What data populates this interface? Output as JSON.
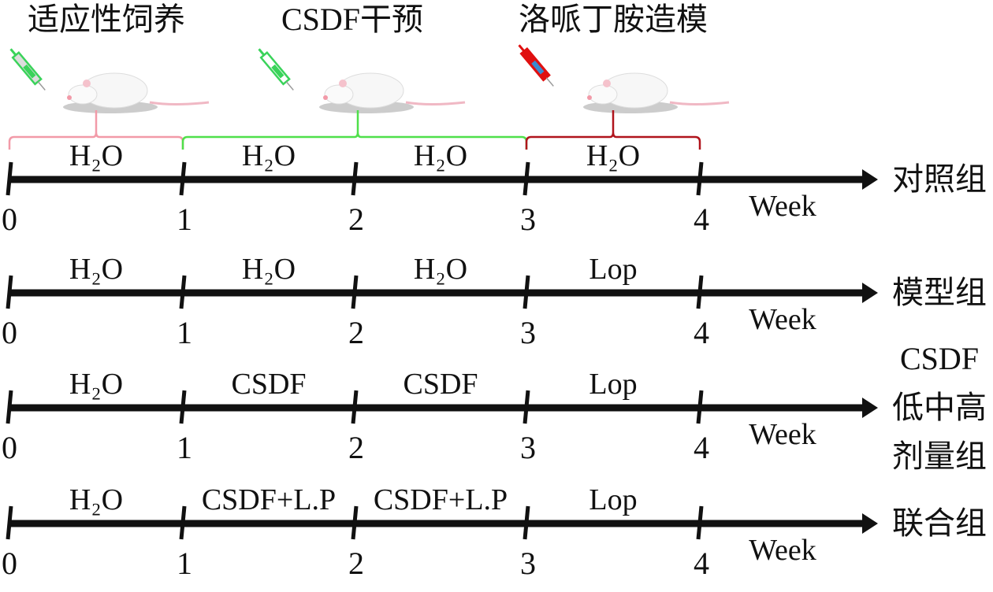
{
  "phases": [
    {
      "label": "适应性饲养",
      "color": "#f29aa8",
      "syringe_color": "#3ad35a"
    },
    {
      "label": "CSDF干预",
      "color": "#4fe04a",
      "syringe_color": "#3ad35a"
    },
    {
      "label": "洛哌丁胺造模",
      "color": "#b0141c",
      "syringe_color": "#e01010"
    }
  ],
  "ticks": [
    "0",
    "1",
    "2",
    "3",
    "4"
  ],
  "axis_unit": "Week",
  "rows": [
    {
      "group": [
        "对照组"
      ],
      "segments": [
        "H₂O",
        "H₂O",
        "H₂O",
        "H₂O"
      ]
    },
    {
      "group": [
        "模型组"
      ],
      "segments": [
        "H₂O",
        "H₂O",
        "H₂O",
        "Lop"
      ]
    },
    {
      "group": [
        "CSDF",
        "低中高",
        "剂量组"
      ],
      "segments": [
        "H₂O",
        "CSDF",
        "CSDF",
        "Lop"
      ]
    },
    {
      "group": [
        "联合组"
      ],
      "segments": [
        "H₂O",
        "CSDF+L.P",
        "CSDF+L.P",
        "Lop"
      ]
    }
  ]
}
